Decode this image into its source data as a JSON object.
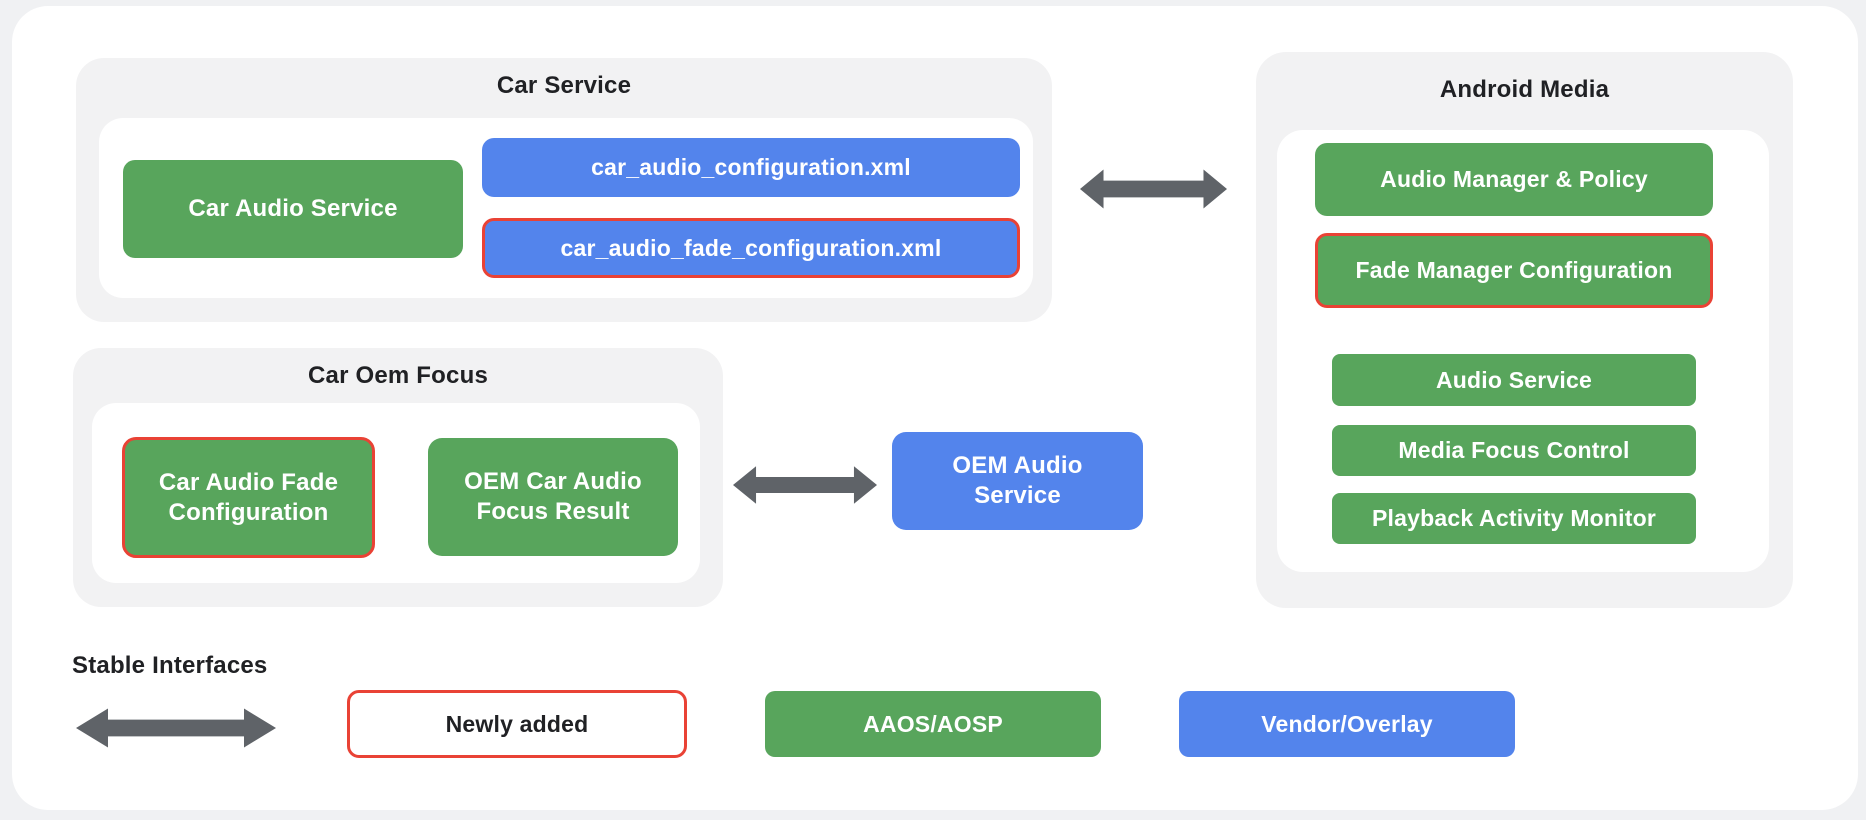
{
  "colors": {
    "page_bg": "#f0f1f3",
    "card_bg": "#ffffff",
    "section_bg": "#f2f2f3",
    "green": "#58a55c",
    "blue": "#5384ec",
    "red": "#e94235",
    "arrow_gray": "#5f6368",
    "text_dark": "#202124"
  },
  "icons": {
    "connection_arrow": "double-headed-arrow"
  },
  "car_service": {
    "title": "Car Service",
    "car_audio_service": "Car Audio Service",
    "config_xml": "car_audio_configuration.xml",
    "fade_config_xml": "car_audio_fade_configuration.xml"
  },
  "android_media": {
    "title": "Android Media",
    "audio_manager_policy": "Audio Manager & Policy",
    "fade_manager_configuration": "Fade Manager Configuration",
    "audio_service": "Audio Service",
    "media_focus_control": "Media Focus Control",
    "playback_activity_monitor": "Playback Activity Monitor"
  },
  "car_oem_focus": {
    "title": "Car Oem Focus",
    "car_audio_fade_configuration": "Car Audio Fade Configuration",
    "oem_car_audio_focus_result": "OEM Car Audio Focus Result"
  },
  "oem_audio_service": {
    "label": "OEM Audio Service"
  },
  "legend": {
    "stable_interfaces": "Stable Interfaces",
    "newly_added": "Newly added",
    "aaos_aosp": "AAOS/AOSP",
    "vendor_overlay": "Vendor/Overlay"
  }
}
